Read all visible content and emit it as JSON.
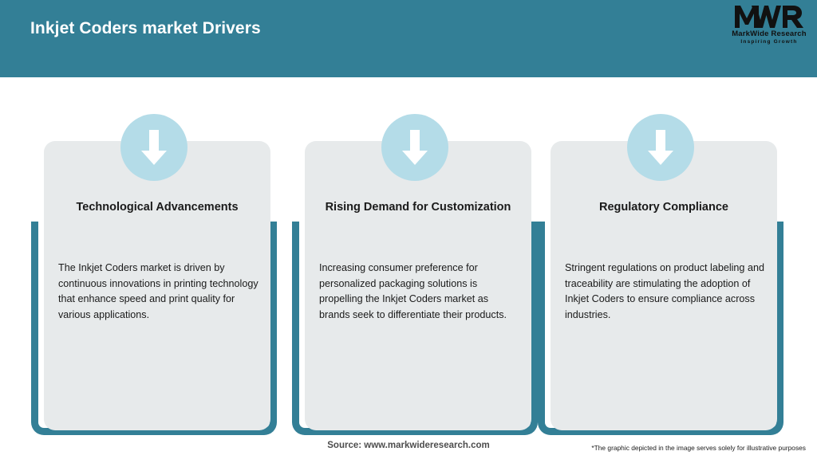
{
  "header": {
    "title": "Inkjet Coders market Drivers",
    "bg_color": "#337f96",
    "title_color": "#ffffff"
  },
  "logo": {
    "monogram": "MWR",
    "name": "MarkWide Research",
    "tagline": "Inspiring Growth",
    "color": "#111111"
  },
  "theme": {
    "accent": "#337f96",
    "card_bg": "#e7eaeb",
    "badge_bg": "#b4dce8",
    "arrow_color": "#ffffff",
    "text": "#1a1a1a"
  },
  "cards": [
    {
      "icon": "down-arrow-icon",
      "title": "Technological Advancements",
      "body": "The Inkjet Coders market is driven by continuous innovations in printing technology that enhance speed and print quality for various applications."
    },
    {
      "icon": "down-arrow-icon",
      "title": "Rising Demand for Customization",
      "body": "Increasing consumer preference for personalized packaging solutions is propelling the Inkjet Coders market as brands seek to differentiate their products."
    },
    {
      "icon": "down-arrow-icon",
      "title": "Regulatory Compliance",
      "body": "Stringent regulations on product labeling and traceability are stimulating the adoption of Inkjet Coders to ensure compliance across industries."
    }
  ],
  "footer": {
    "source": "Source: www.markwideresearch.com",
    "disclaimer": "*The graphic depicted in the image serves solely for illustrative purposes"
  }
}
